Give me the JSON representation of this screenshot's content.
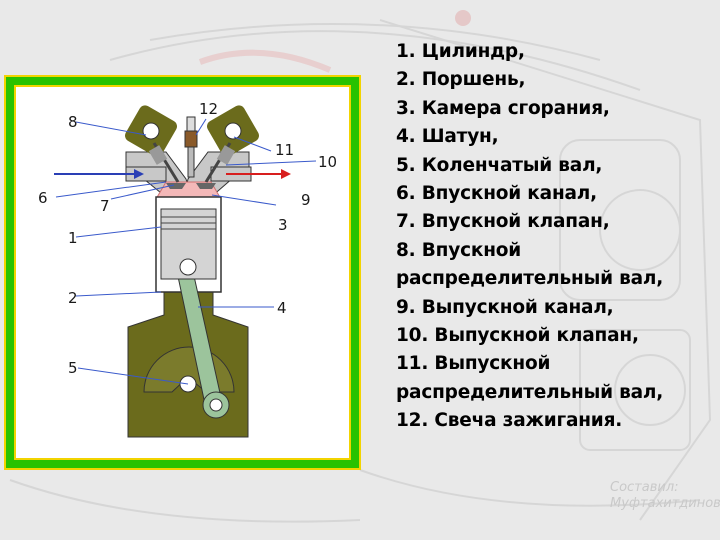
{
  "background_art": {
    "engine_icon": "engine-block-illustration",
    "badge_icon": "alfa-romeo-badge-icon"
  },
  "diagram": {
    "callouts": [
      "12",
      "8",
      "11",
      "10",
      "6",
      "9",
      "7",
      "3",
      "1",
      "2",
      "4",
      "5"
    ],
    "colors": {
      "frame_outer": "#28c200",
      "frame_border": "#f2d400",
      "head": "#c8c8c8",
      "crankcase": "#6b6b1c",
      "conrod": "#9cc49c",
      "piston": "#d4d4d4",
      "intake_arrow": "#2a3fb5",
      "exhaust_arrow": "#d81e1e",
      "chamber": "#f4b8b8"
    }
  },
  "legend": {
    "items": [
      "1. Цилиндр,",
      "2. Поршень,",
      "3. Камера сгорания,",
      "4. Шатун,",
      "5. Коленчатый вал,",
      "6. Впускной канал,",
      "7. Впускной клапан,",
      "8. Впускной",
      "распределительный вал,",
      "9. Выпускной канал,",
      "10. Выпускной клапан,",
      "11. Выпускной",
      "распределительный вал,",
      "12. Свеча зажигания."
    ]
  },
  "watermark": {
    "line1": "Составил:",
    "line2": "Муфтахитдинов"
  }
}
